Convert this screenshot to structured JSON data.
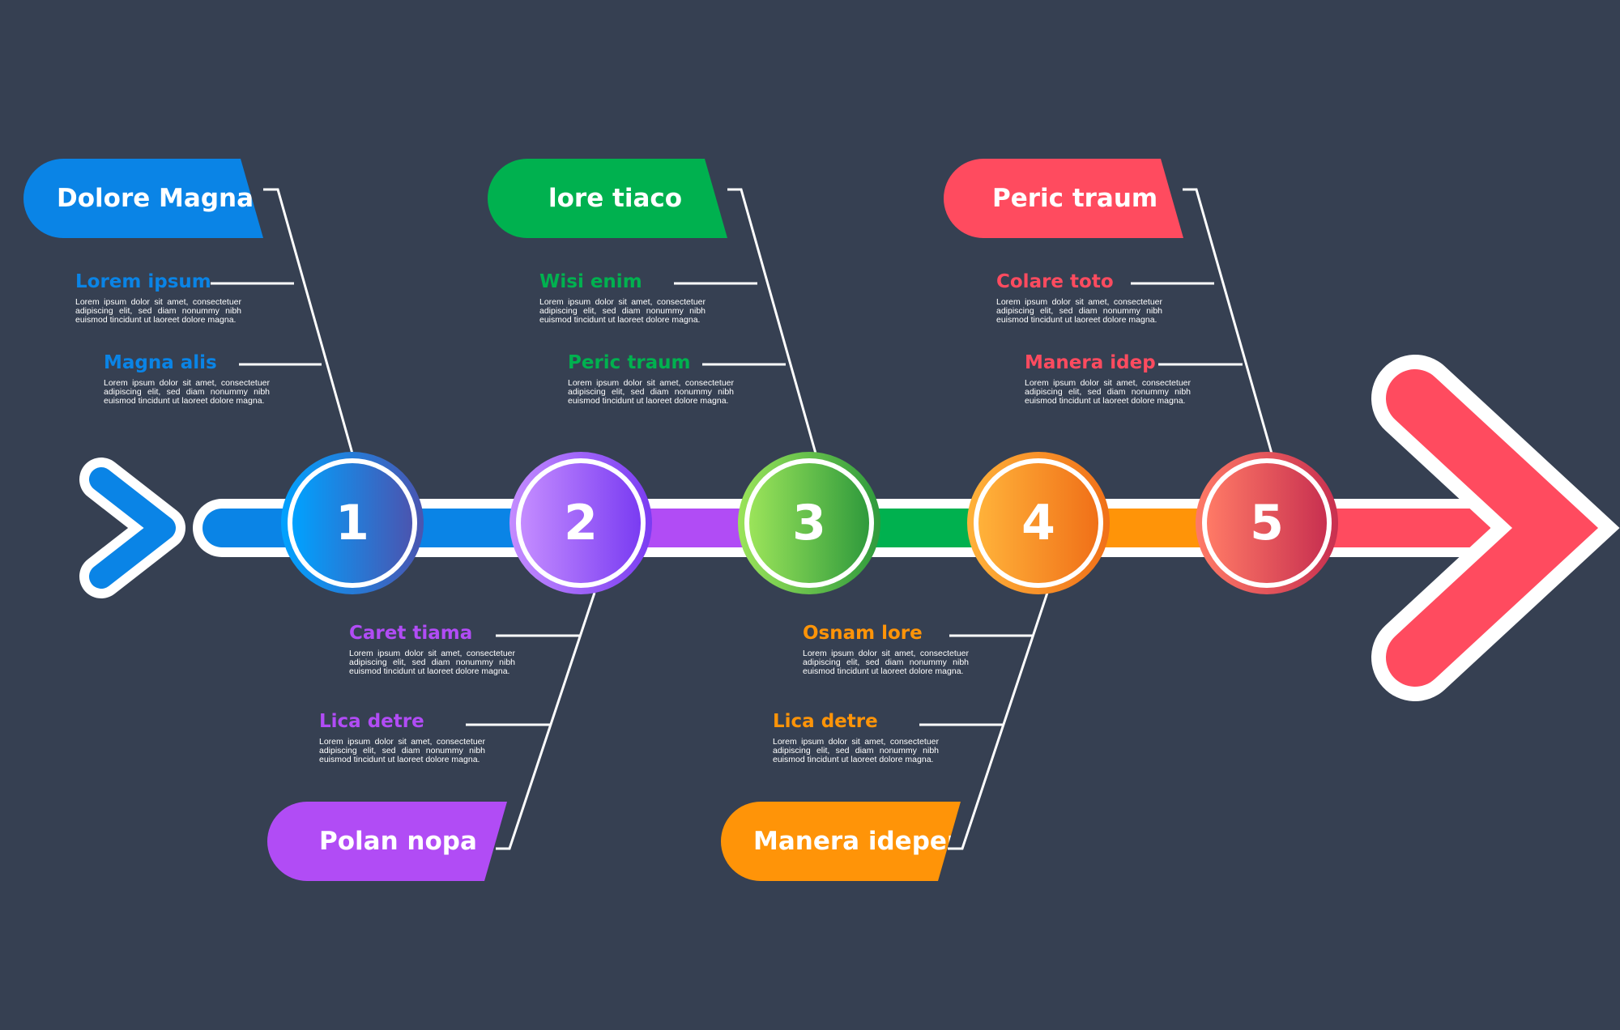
{
  "colors": {
    "background": "#364052",
    "blue": "#0a84e6",
    "purple": "#b14cf5",
    "green": "#00b14f",
    "orange": "#ff9408",
    "red": "#ff4b5f"
  },
  "steps": [
    {
      "number": "1",
      "color": "#0a84e6"
    },
    {
      "number": "2",
      "color": "#b14cf5"
    },
    {
      "number": "3",
      "color": "#00b14f"
    },
    {
      "number": "4",
      "color": "#ff9408"
    },
    {
      "number": "5",
      "color": "#ff4b5f"
    }
  ],
  "categories": [
    {
      "title": "Dolore Magna",
      "color": "#0a84e6",
      "items": [
        {
          "title": "Lorem ipsum",
          "text": "Lorem ipsum dolor sit amet, consectetuer adipiscing elit, sed diam nonummy nibh euismod tincidunt ut laoreet dolore magna."
        },
        {
          "title": "Magna alis",
          "text": "Lorem ipsum dolor sit amet, consectetuer adipiscing elit, sed diam nonummy nibh euismod tincidunt ut laoreet dolore magna."
        }
      ]
    },
    {
      "title": "Polan nopa",
      "color": "#b14cf5",
      "items": [
        {
          "title": "Caret tiama",
          "text": "Lorem ipsum dolor sit amet, consectetuer adipiscing elit, sed diam nonummy nibh euismod tincidunt ut laoreet dolore magna."
        },
        {
          "title": "Lica detre",
          "text": "Lorem ipsum dolor sit amet, consectetuer adipiscing elit, sed diam nonummy nibh euismod tincidunt ut laoreet dolore magna."
        }
      ]
    },
    {
      "title": "lore tiaco",
      "color": "#00b14f",
      "items": [
        {
          "title": "Wisi enim",
          "text": "Lorem ipsum dolor sit amet, consectetuer adipiscing elit, sed diam nonummy nibh euismod tincidunt ut laoreet dolore magna."
        },
        {
          "title": "Peric traum",
          "text": "Lorem ipsum dolor sit amet, consectetuer adipiscing elit, sed diam nonummy nibh euismod tincidunt ut laoreet dolore magna."
        }
      ]
    },
    {
      "title": "Manera ideper",
      "color": "#ff9408",
      "items": [
        {
          "title": "Osnam lore",
          "text": "Lorem ipsum dolor sit amet, consectetuer adipiscing elit, sed diam nonummy nibh euismod tincidunt ut laoreet dolore magna."
        },
        {
          "title": "Lica detre",
          "text": "Lorem ipsum dolor sit amet, consectetuer adipiscing elit, sed diam nonummy nibh euismod tincidunt ut laoreet dolore magna."
        }
      ]
    },
    {
      "title": "Peric traum",
      "color": "#ff4b5f",
      "items": [
        {
          "title": "Colare toto",
          "text": "Lorem ipsum dolor sit amet, consectetuer adipiscing elit, sed diam nonummy nibh euismod tincidunt ut laoreet dolore magna."
        },
        {
          "title": "Manera idep",
          "text": "Lorem ipsum dolor sit amet, consectetuer adipiscing elit, sed diam nonummy nibh euismod tincidunt ut laoreet dolore magna."
        }
      ]
    }
  ]
}
